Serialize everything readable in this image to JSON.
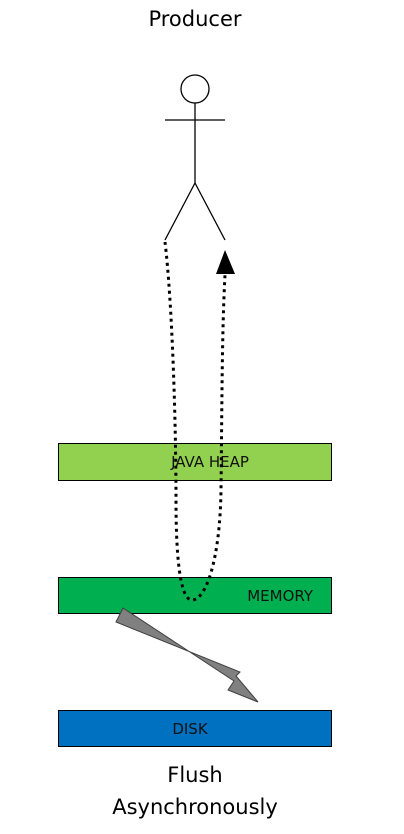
{
  "diagram": {
    "title": "Producer",
    "caption_line1": "Flush",
    "caption_line2": "Asynchronously",
    "layers": {
      "heap": {
        "label": "JAVA HEAP",
        "color": "#92d050"
      },
      "memory": {
        "label": "MEMORY",
        "color": "#00b050"
      },
      "disk": {
        "label": "DISK",
        "color": "#0070c0"
      }
    },
    "arrow_color": "#808080"
  }
}
